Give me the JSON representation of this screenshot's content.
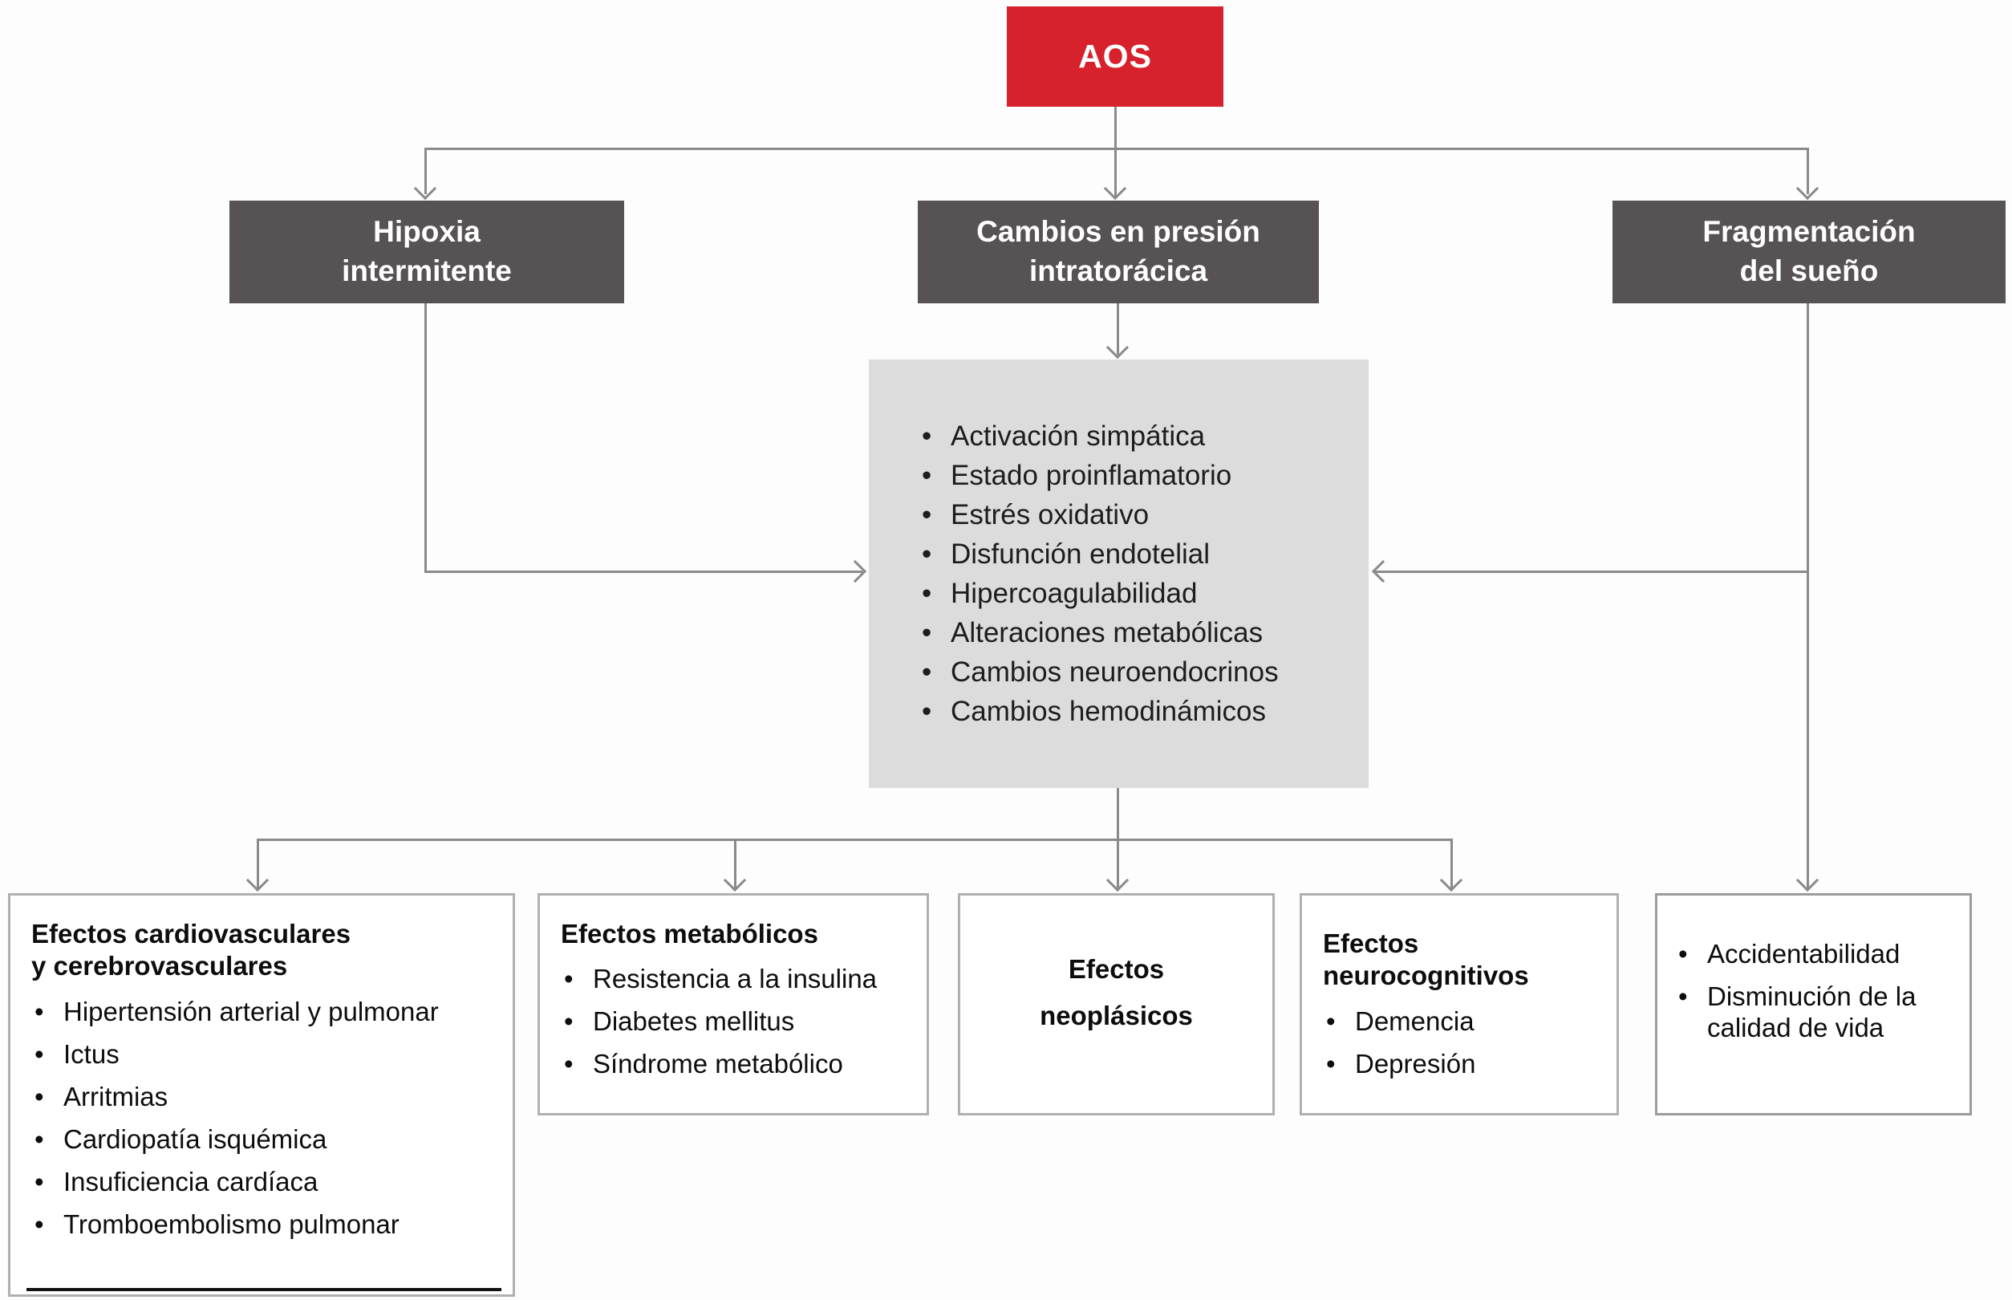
{
  "root": {
    "label": "AOS"
  },
  "pathways": [
    {
      "label": "Hipoxia\nintermitente"
    },
    {
      "label": "Cambios en presión\nintratorácica"
    },
    {
      "label": "Fragmentación\ndel sueño"
    }
  ],
  "mechanisms": {
    "items": [
      "Activación simpática",
      "Estado proinflamatorio",
      "Estrés oxidativo",
      "Disfunción endotelial",
      "Hipercoagulabilidad",
      "Alteraciones metabólicas",
      "Cambios neuroendocrinos",
      "Cambios hemodinámicos"
    ]
  },
  "outcomes": [
    {
      "title": "Efectos cardiovasculares\ny cerebrovasculares",
      "items": [
        "Hipertensión arterial y pulmonar",
        "Ictus",
        "Arritmias",
        "Cardiopatía isquémica",
        "Insuficiencia cardíaca",
        "Tromboembolismo pulmonar"
      ]
    },
    {
      "title": "Efectos metabólicos",
      "items": [
        "Resistencia a la insulina",
        "Diabetes mellitus",
        "Síndrome metabólico"
      ]
    },
    {
      "title": "Efectos\nneoplásicos",
      "items": []
    },
    {
      "title": "Efectos\nneurocognitivos",
      "items": [
        "Demencia",
        "Depresión"
      ]
    },
    {
      "title": "",
      "items": [
        "Accidentabilidad",
        "Disminución de la calidad de vida"
      ]
    }
  ],
  "colors": {
    "accent_red": "#d7212c",
    "box_dark": "#575254",
    "panel_gray": "#dcdcdc",
    "line_gray": "#8a8a8a"
  }
}
